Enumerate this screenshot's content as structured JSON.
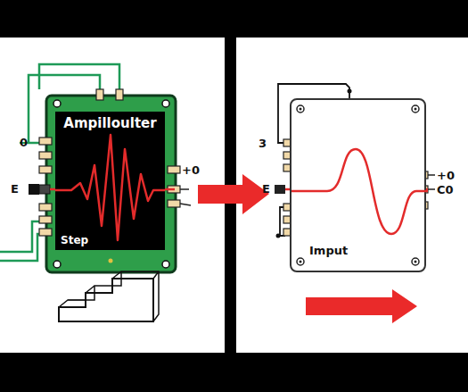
{
  "diagram": {
    "nodes": [
      {
        "text": [
          "Ampilloulter",
          "Step"
        ]
      },
      {
        "text": [
          "Imput"
        ]
      }
    ],
    "labels": [
      "0",
      "E",
      "+0",
      "3",
      "E",
      "+0",
      "C0"
    ]
  }
}
